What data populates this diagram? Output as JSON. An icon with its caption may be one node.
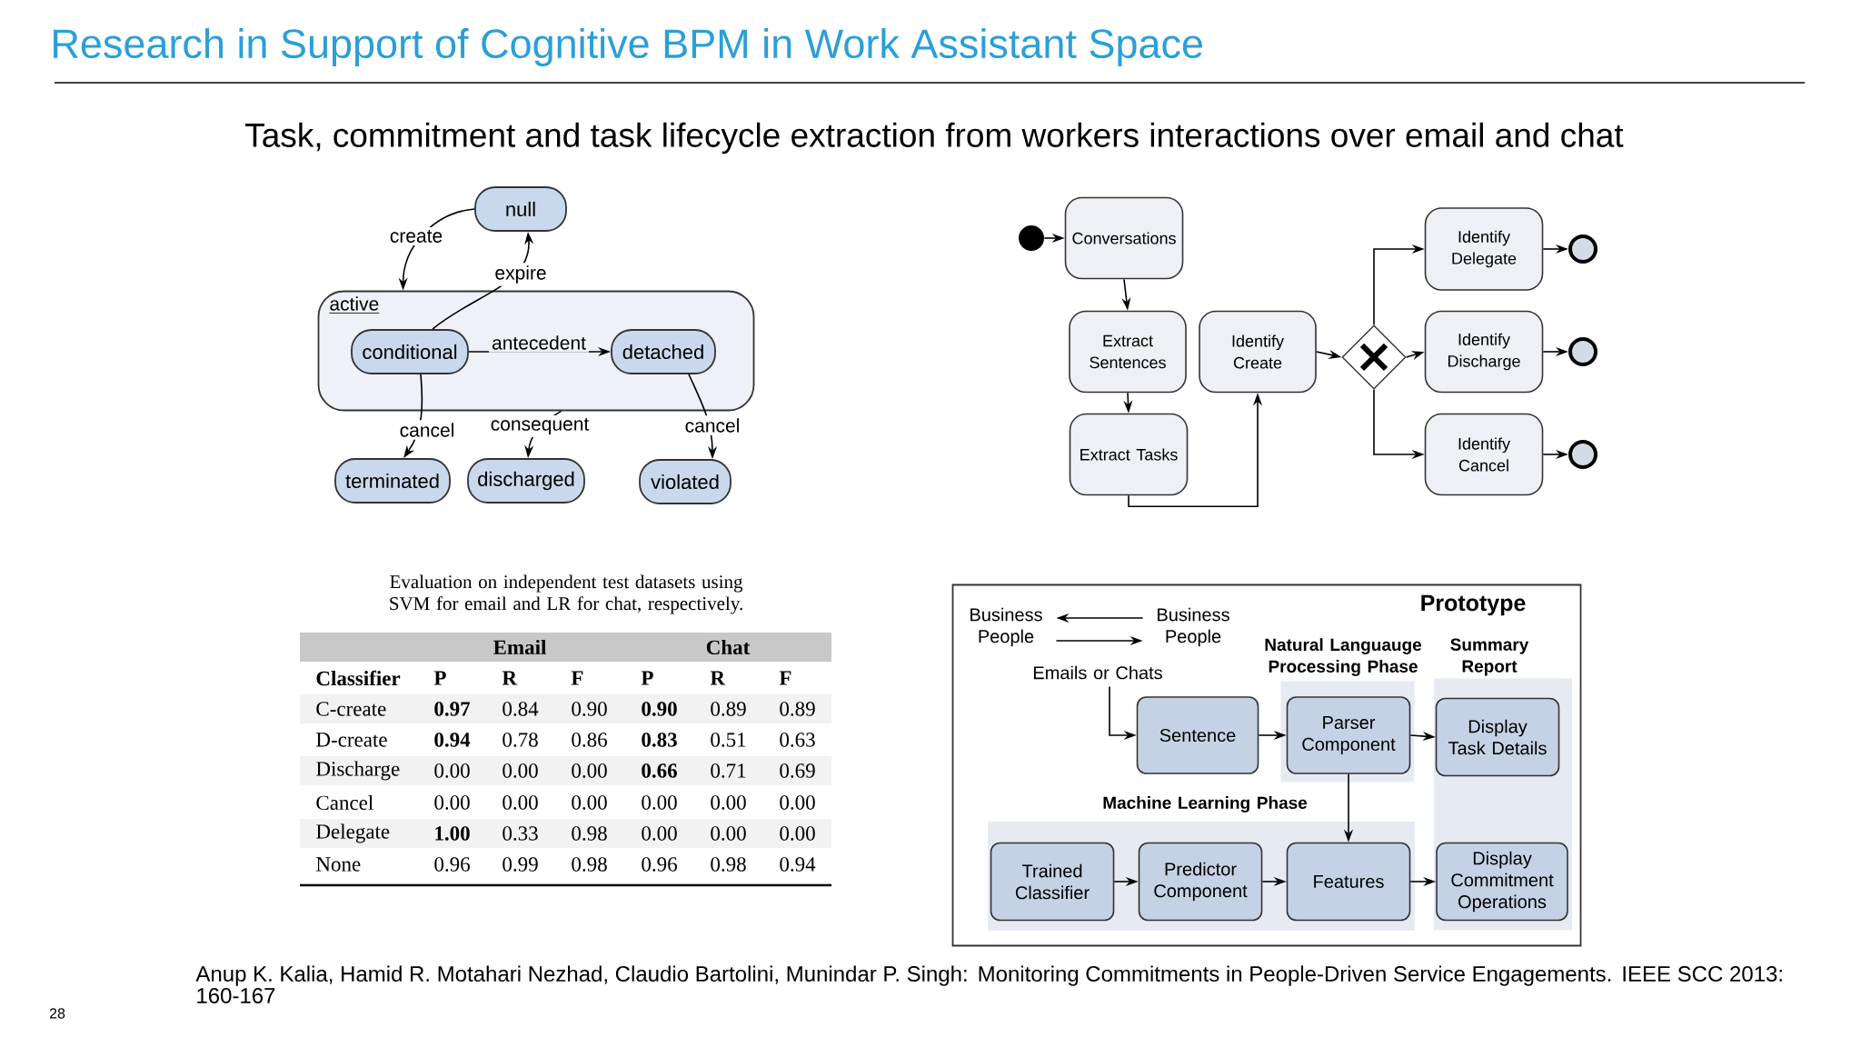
{
  "diagram": {
    "title": "Research in Support of Cognitive BPM in Work Assistant Space",
    "nodes": [
      {
        "text": [
          "null"
        ]
      },
      {
        "text": [
          "active"
        ]
      },
      {
        "text": [
          "conditional"
        ],
        "in": 1
      },
      {
        "text": [
          "detached"
        ],
        "in": 1
      },
      {
        "text": [
          "terminated"
        ]
      },
      {
        "text": [
          "discharged"
        ]
      },
      {
        "text": [
          "violated"
        ]
      },
      {
        "text": [],
        "shape": "circle"
      },
      {
        "text": [
          "Conversations"
        ]
      },
      {
        "text": [
          "Extract Sentences"
        ]
      },
      {
        "text": [
          "Extract Tasks"
        ]
      },
      {
        "text": [
          "Identify Create"
        ]
      },
      {
        "text": [],
        "shape": "diamond"
      },
      {
        "text": [
          "Identify Delegate"
        ]
      },
      {
        "text": [
          "Identify Discharge"
        ]
      },
      {
        "text": [
          "Identify Cancel"
        ]
      },
      {
        "text": [],
        "shape": "circle"
      },
      {
        "text": [],
        "shape": "circle"
      },
      {
        "text": [],
        "shape": "circle"
      },
      {
        "text": [
          "Prototype"
        ]
      },
      {
        "text": [
          "Business People"
        ],
        "in": 19
      },
      {
        "text": [
          "Business People"
        ],
        "in": 19
      },
      {
        "text": [
          "Emails or Chats"
        ],
        "in": 19
      },
      {
        "text": [
          "Natural Languauge Processing Phase"
        ],
        "in": 19
      },
      {
        "text": [
          "Parser Component"
        ],
        "in": 23
      },
      {
        "text": [
          "Summary Report"
        ],
        "in": 19
      },
      {
        "text": [
          "Display Task Details"
        ],
        "in": 25
      },
      {
        "text": [
          "Display Commitment Operations"
        ],
        "in": 25
      },
      {
        "text": [
          "Sentence"
        ],
        "in": 19
      },
      {
        "text": [
          "Machine Learning Phase"
        ],
        "in": 19
      },
      {
        "text": [
          "Trained Classifier"
        ],
        "in": 29
      },
      {
        "text": [
          "Predictor Component"
        ],
        "in": 29
      },
      {
        "text": [
          "Features"
        ],
        "in": 29
      }
    ],
    "edges": [
      {
        "from": 0,
        "to": 1,
        "arrow": "to",
        "label": "create"
      },
      {
        "from": 2,
        "to": 0,
        "arrow": "to",
        "label": "expire"
      },
      {
        "from": 2,
        "to": 3,
        "arrow": "to",
        "label": "antecedent"
      },
      {
        "from": 2,
        "to": 4,
        "arrow": "to",
        "label": "cancel"
      },
      {
        "from": 1,
        "to": 5,
        "arrow": "to",
        "label": "consequent"
      },
      {
        "from": 3,
        "to": 6,
        "arrow": "to",
        "label": "cancel"
      },
      {
        "from": 7,
        "to": 8,
        "arrow": "to"
      },
      {
        "from": 8,
        "to": 9,
        "arrow": "to"
      },
      {
        "from": 9,
        "to": 10,
        "arrow": "to"
      },
      {
        "from": 10,
        "to": 11,
        "arrow": "to"
      },
      {
        "from": 11,
        "to": 12,
        "arrow": "to"
      },
      {
        "from": 12,
        "to": 13,
        "arrow": "to"
      },
      {
        "from": 12,
        "to": 14,
        "arrow": "to"
      },
      {
        "from": 12,
        "to": 15,
        "arrow": "to"
      },
      {
        "from": 13,
        "to": 16,
        "arrow": "to"
      },
      {
        "from": 14,
        "to": 17,
        "arrow": "to"
      },
      {
        "from": 15,
        "to": 18,
        "arrow": "to"
      },
      {
        "from": 21,
        "to": 20,
        "arrow": "to"
      },
      {
        "from": 20,
        "to": 21,
        "arrow": "to"
      },
      {
        "from": 22,
        "to": 28,
        "arrow": "to"
      },
      {
        "from": 28,
        "to": 24,
        "arrow": "to"
      },
      {
        "from": 24,
        "to": 26,
        "arrow": "to"
      },
      {
        "from": 24,
        "to": 32,
        "arrow": "to"
      },
      {
        "from": 30,
        "to": 31,
        "arrow": "to"
      },
      {
        "from": 31,
        "to": 32,
        "arrow": "to"
      },
      {
        "from": 32,
        "to": 27,
        "arrow": "to"
      }
    ],
    "labels": [
      "Task, commitment and task lifecycle extraction from workers interactions over email and chat",
      "Evaluation on independent test datasets using SVM for email and LR for chat, respectively.",
      "Email",
      "Chat",
      "Classifier",
      "P",
      "R",
      "F",
      "P",
      "R",
      "F",
      "C-create",
      "**0.97**",
      "0.84",
      "0.90",
      "**0.90**",
      "0.89",
      "0.89",
      "D-create",
      "**0.94**",
      "0.78",
      "0.86",
      "**0.83**",
      "0.51",
      "0.63",
      "Discharge",
      "0.00",
      "0.00",
      "0.00",
      "**0.66**",
      "0.71",
      "0.69",
      "Cancel",
      "0.00",
      "0.00",
      "0.00",
      "0.00",
      "0.00",
      "0.00",
      "Delegate",
      "**1.00**",
      "0.33",
      "0.98",
      "0.00",
      "0.00",
      "0.00",
      "None",
      "0.96",
      "0.99",
      "0.98",
      "0.96",
      "0.98",
      "0.94",
      "Anup K. Kalia, Hamid R. Motahari Nezhad, Claudio Bartolini, Munindar P. Singh: Monitoring Commitments in People-Driven Service Engagements. IEEE SCC 2013: 160-167",
      "28"
    ]
  }
}
